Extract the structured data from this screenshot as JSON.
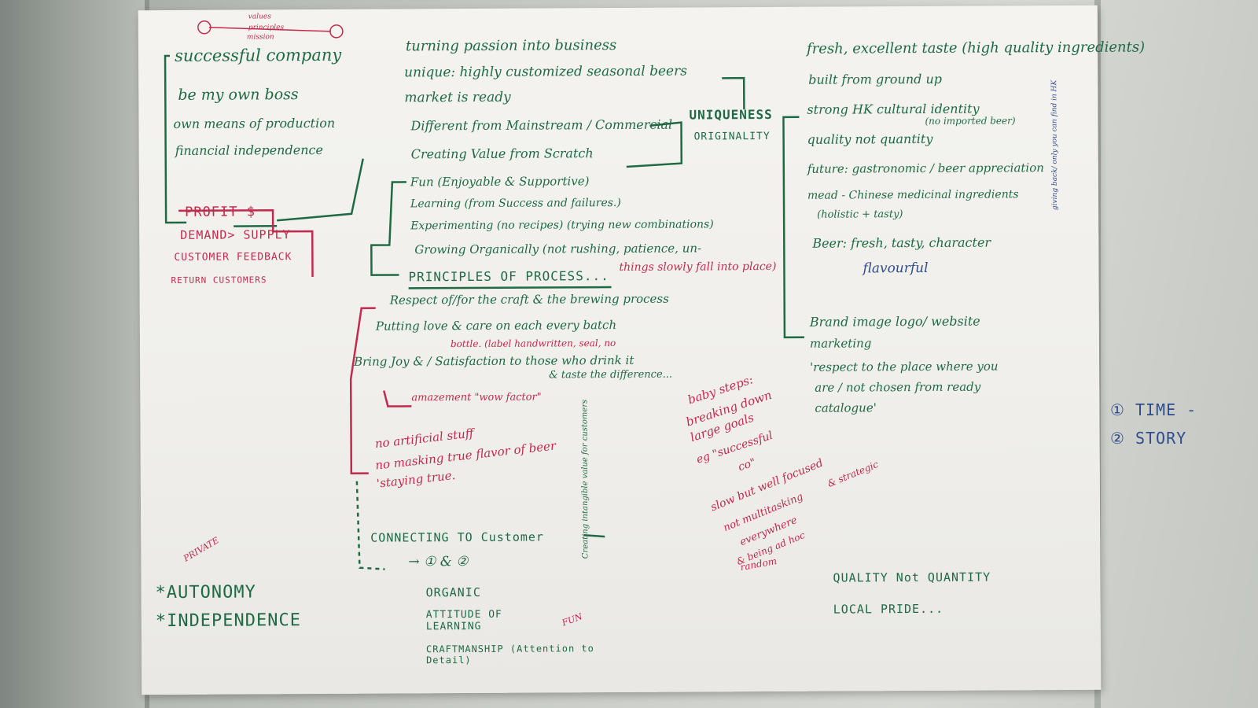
{
  "top_left": {
    "small_header": [
      "values",
      "principles",
      "mission"
    ],
    "items": [
      "successful company",
      "be my own boss",
      "own means of production",
      "financial independence"
    ],
    "boxed": [
      "PROFIT $",
      "DEMAND> SUPPLY",
      "CUSTOMER FEEDBACK",
      "RETURN CUSTOMERS"
    ]
  },
  "center": {
    "lines": [
      "turning passion into business",
      "unique: highly customized seasonal beers",
      "market is ready",
      "Different from Mainstream / Commercial",
      "Creating Value from Scratch"
    ],
    "uniqueness": [
      "UNIQUENESS",
      "ORIGINALITY"
    ],
    "fun_lines": [
      "Fun (Enjoyable & Supportive)",
      "Learning (from Success and failures.)",
      "Experimenting (no recipes) (trying new combinations)",
      "Growing Organically (not rushing, patience, un-",
      "things slowly fall into place)"
    ],
    "principles_title": "PRINCIPLES OF PROCESS...",
    "process_lines": [
      "Respect of/for the craft & the brewing process",
      "Putting love & care on each every batch",
      "bottle. (label handwritten, seal, no",
      "Bring Joy & / Satisfaction to those who drink it",
      "& taste the difference...",
      "amazement \"wow factor\""
    ],
    "baby_steps": [
      "baby steps:",
      "breaking down",
      "large goals",
      "eg \"successful",
      "co\""
    ],
    "slow_lines": [
      "slow but well focused",
      "& strategic",
      "not multitasking",
      "everywhere",
      "& being ad hoc",
      "random"
    ],
    "artificial": [
      "no artificial stuff",
      "no masking true flavor of beer",
      "'staying true."
    ],
    "connecting": "CONNECTING TO Customer",
    "connecting_sub": "→ ① & ②",
    "creating_vertical": "Creating intangible value for customers",
    "bottom_list": [
      "ORGANIC",
      "ATTITUDE OF LEARNING",
      "CRAFTMANSHIP (Attention to Detail)"
    ],
    "fun_small": "FUN"
  },
  "right": {
    "lines": [
      "fresh, excellent taste (high quality ingredients)",
      "built from ground up",
      "strong HK cultural identity",
      "(no imported beer)",
      "quality not quantity",
      "future: gastronomic / beer appreciation",
      "mead - Chinese medicinal ingredients",
      "(holistic + tasty)",
      "Beer: fresh, tasty, character",
      "flavourful"
    ],
    "vertical_note": "giving back/ only you can find in HK",
    "brand": [
      "Brand image    logo/ website",
      "marketing",
      "'respect to the place where you",
      "are / not chosen from ready",
      "catalogue'"
    ],
    "bottom": [
      "QUALITY Not QUANTITY",
      "LOCAL PRIDE..."
    ]
  },
  "bottom_left": {
    "small": "PRIVATE",
    "items": [
      "*AUTONOMY",
      "*INDEPENDENCE"
    ]
  },
  "whiteboard": {
    "lines": [
      "① TIME -",
      "② STORY"
    ]
  }
}
